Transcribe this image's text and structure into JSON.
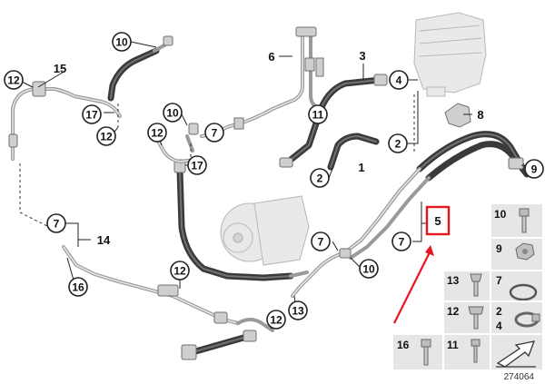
{
  "diagram": {
    "callouts": {
      "c1": "1",
      "c2a": "2",
      "c2b": "2",
      "c3": "3",
      "c4": "4",
      "c5": "5",
      "c6": "6",
      "c7a": "7",
      "c7b": "7",
      "c7c": "7",
      "c7d": "7",
      "c8": "8",
      "c9": "9",
      "c10a": "10",
      "c10b": "10",
      "c10c": "10",
      "c11": "11",
      "c12a": "12",
      "c12b": "12",
      "c12c": "12",
      "c12d": "12",
      "c12e": "12",
      "c13": "13",
      "c14": "14",
      "c15": "15",
      "c16": "16",
      "c17a": "17",
      "c17b": "17"
    },
    "legend": {
      "r1": "10",
      "r2": "9",
      "r3a": "13",
      "r3b": "7",
      "r4a": "12",
      "r4b": "2",
      "r4c": "4",
      "r5a": "16",
      "r5b": "11"
    },
    "drawing_number": "274064",
    "highlight_color": "#e8141b"
  }
}
